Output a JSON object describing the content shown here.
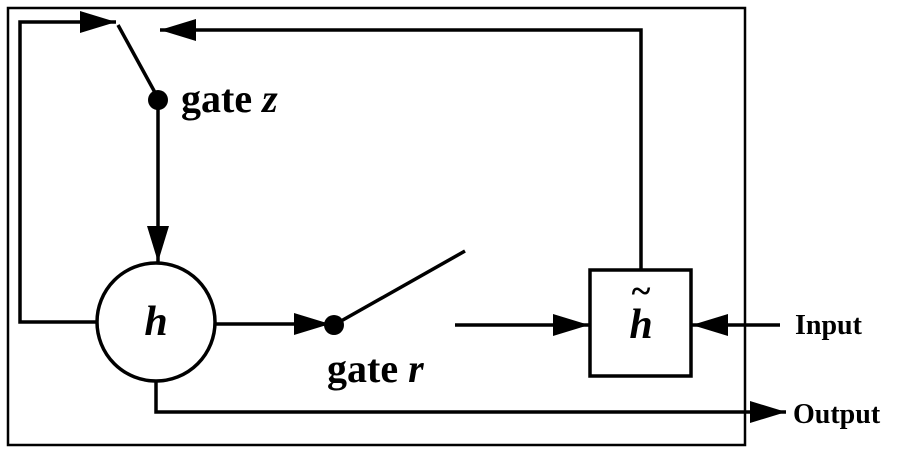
{
  "labels": {
    "gate_z_word": "gate",
    "gate_z_symbol": "z",
    "gate_r_word": "gate",
    "gate_r_symbol": "r",
    "state_node": "h",
    "candidate_node": "h",
    "candidate_accent": "~",
    "input": "Input",
    "output": "Output"
  },
  "colors": {
    "stroke": "#000000",
    "background": "#ffffff"
  }
}
